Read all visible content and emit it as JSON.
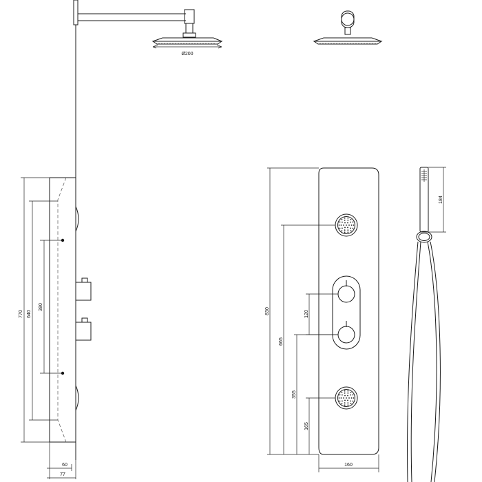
{
  "labels": {
    "shower_head_diameter": "Ø200",
    "total_height": "770",
    "height_640": "640",
    "height_380": "380",
    "depth_60": "60",
    "depth_77": "77",
    "panel_height": "830",
    "height_665": "665",
    "height_120": "120",
    "height_355": "355",
    "height_165": "165",
    "panel_width": "160",
    "hand_shower_length": "184"
  }
}
